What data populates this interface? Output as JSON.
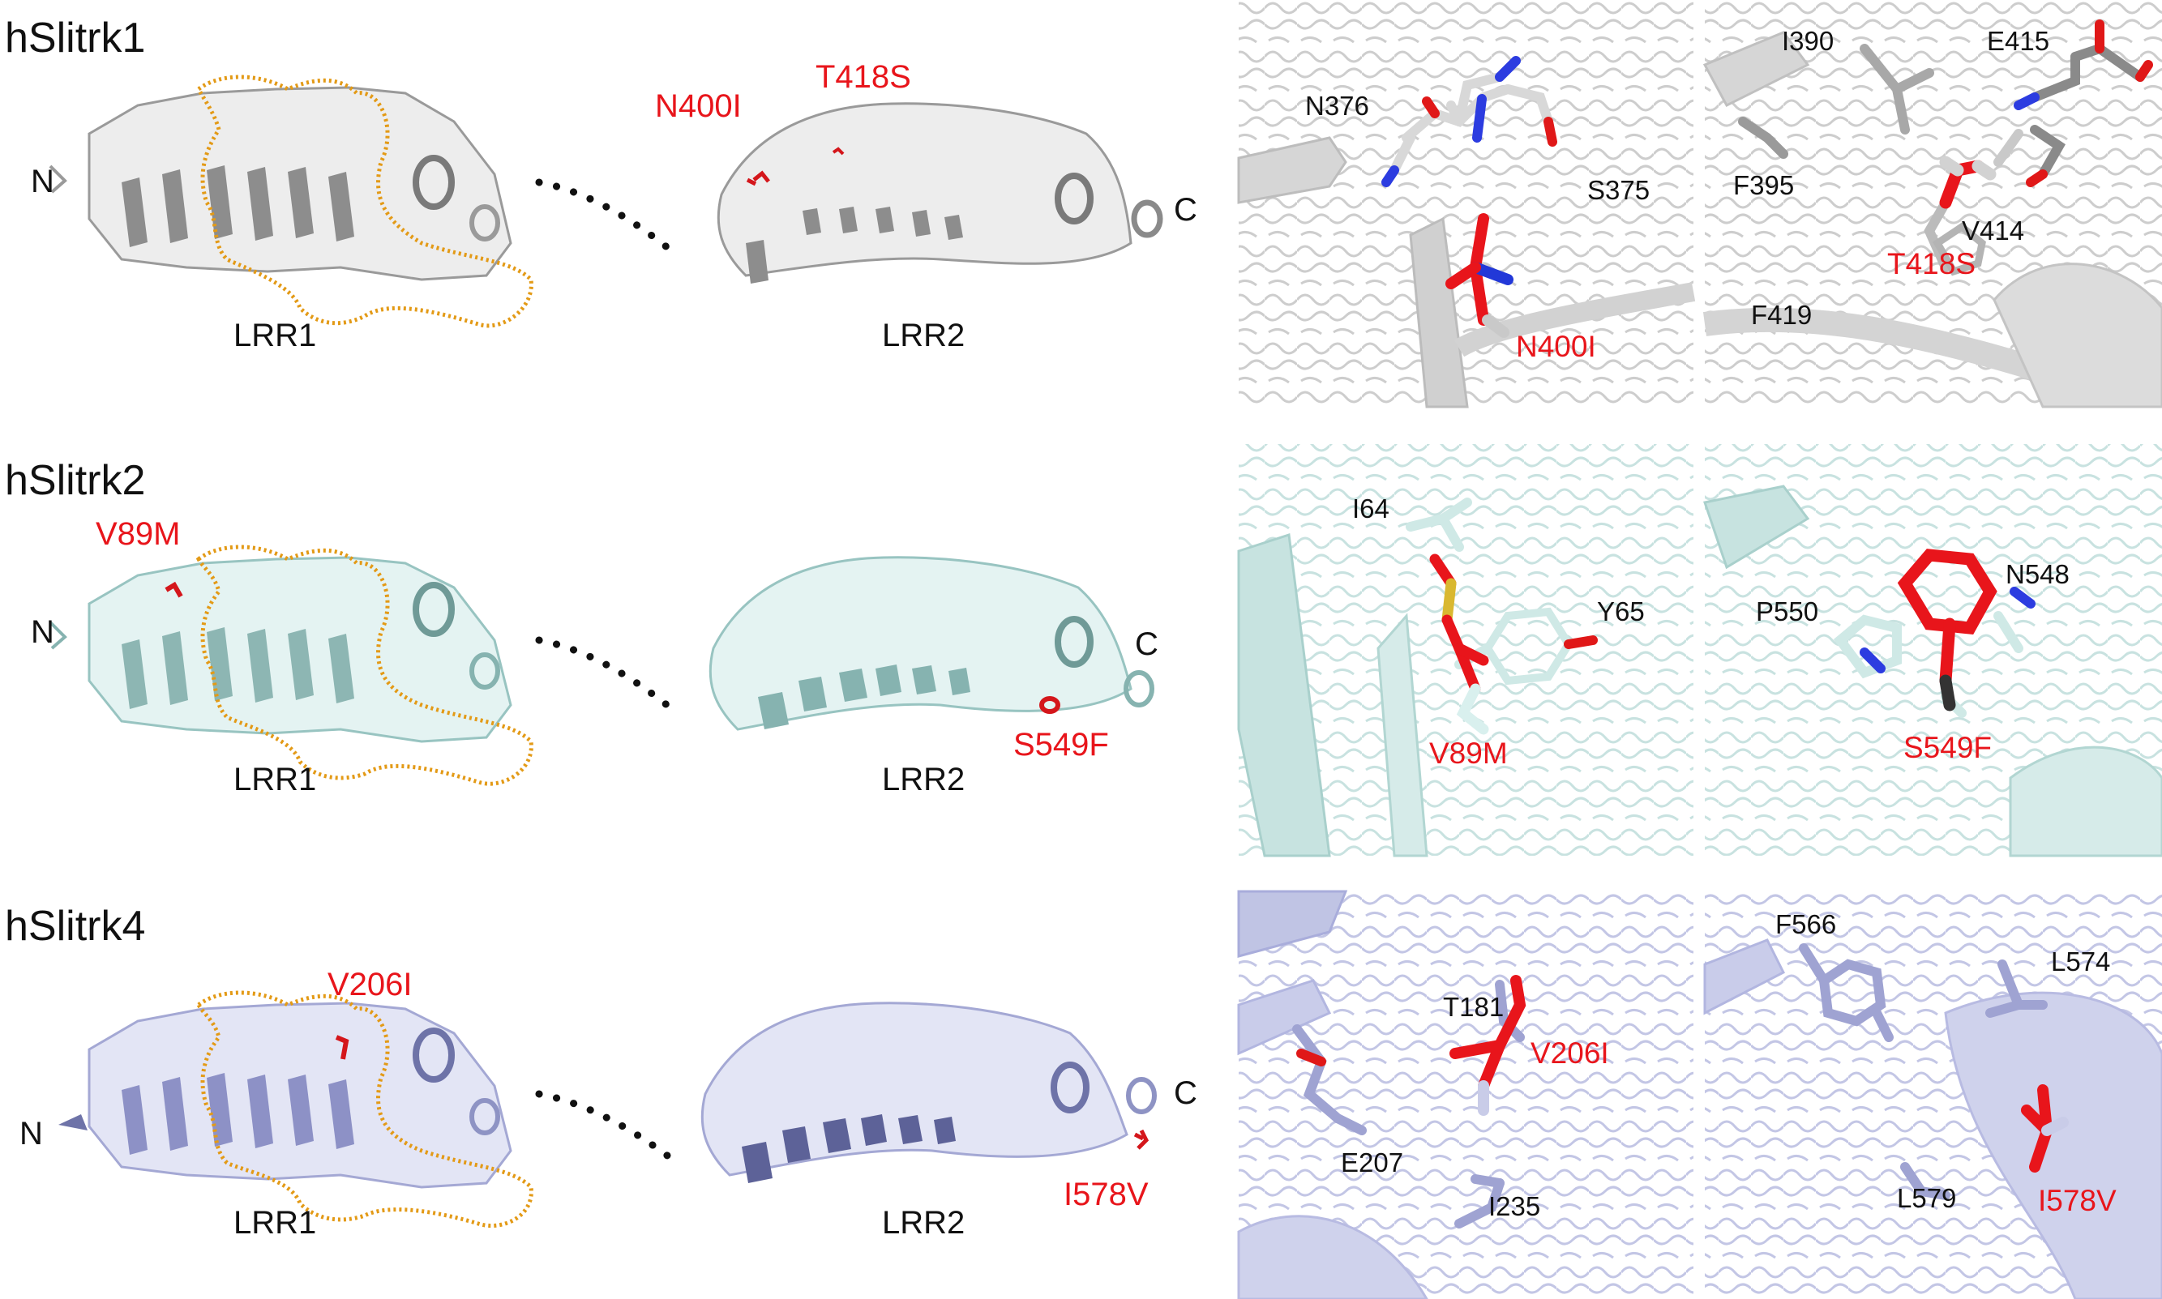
{
  "rows": [
    {
      "key": "r1",
      "title": "hSlitrk1",
      "n_term": "N",
      "c_term": "C",
      "domain1": "LRR1",
      "domain2": "LRR2",
      "overview_mutations": [
        "N400I",
        "T418S"
      ],
      "color": "#d7d7d7",
      "stroke": "#8e8e8e",
      "dark": "#555555",
      "panels": [
        {
          "residues": [
            "N376",
            "S375"
          ],
          "mutation": "N400I"
        },
        {
          "residues": [
            "I390",
            "E415",
            "F395",
            "V414",
            "F419"
          ],
          "mutation": "T418S"
        }
      ]
    },
    {
      "key": "r2",
      "title": "hSlitrk2",
      "n_term": "N",
      "c_term": "C",
      "domain1": "LRR1",
      "domain2": "LRR2",
      "overview_mutations": [
        "V89M",
        "S549F"
      ],
      "color": "#cfe8e6",
      "stroke": "#86b3b0",
      "dark": "#537d7a",
      "panels": [
        {
          "residues": [
            "I64",
            "Y65"
          ],
          "mutation": "V89M"
        },
        {
          "residues": [
            "N548",
            "P550"
          ],
          "mutation": "S549F"
        }
      ]
    },
    {
      "key": "r3",
      "title": "hSlitrk4",
      "n_term": "N",
      "c_term": "C",
      "domain1": "LRR1",
      "domain2": "LRR2",
      "overview_mutations": [
        "V206I",
        "I578V"
      ],
      "color": "#c9cce8",
      "stroke": "#8e93c4",
      "dark": "#4e5388",
      "panels": [
        {
          "residues": [
            "T181",
            "E207",
            "I235"
          ],
          "mutation": "V206I"
        },
        {
          "residues": [
            "F566",
            "L574",
            "L579"
          ],
          "mutation": "I578V"
        }
      ]
    }
  ],
  "colors": {
    "mutation": "#e8151b",
    "loop_outline": "#e39a16",
    "nitrogen": "#2030e0",
    "oxygen": "#e01818",
    "sulfur": "#d9b830"
  }
}
